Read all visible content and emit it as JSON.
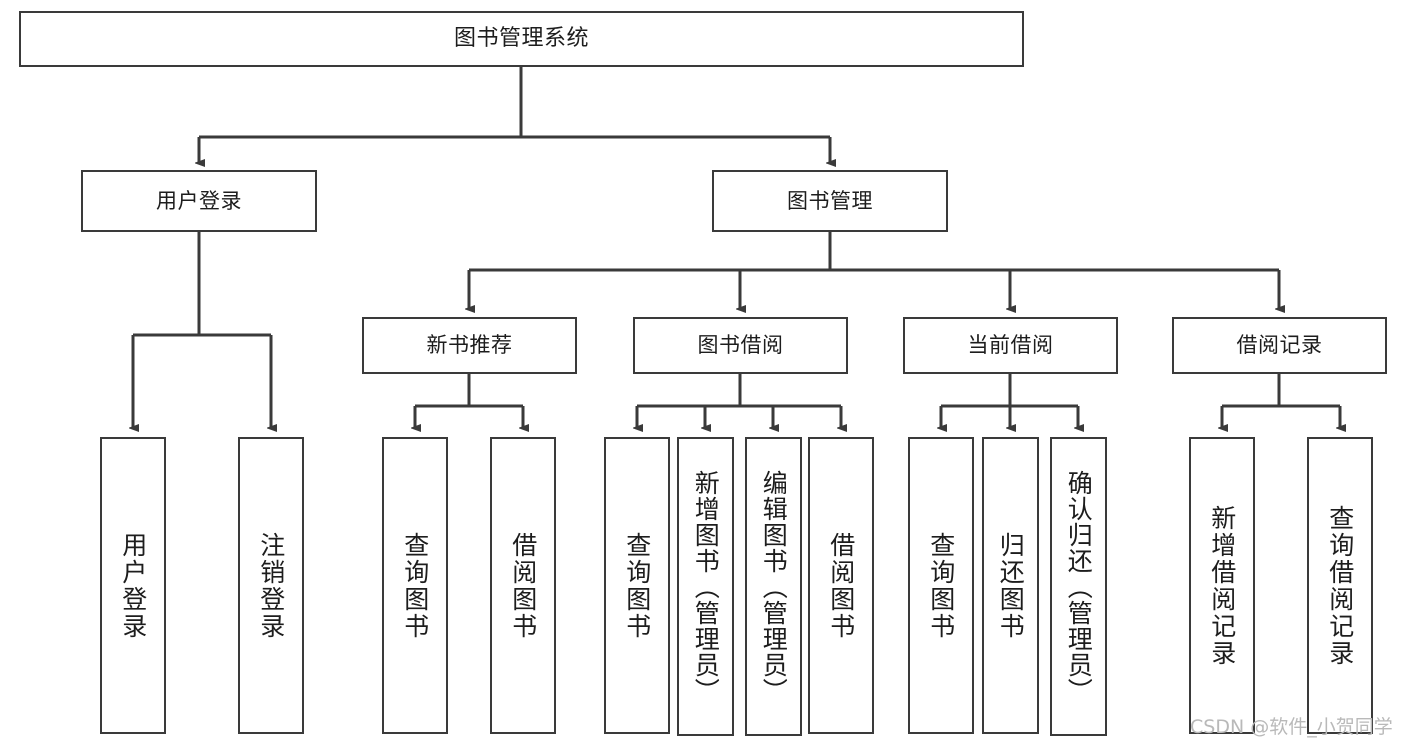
{
  "diagram": {
    "title": "图书管理系统",
    "type": "hierarchy-tree",
    "levels": 4,
    "root": {
      "label": "图书管理系统"
    },
    "level1": [
      {
        "label": "用户登录"
      },
      {
        "label": "图书管理"
      }
    ],
    "level2": [
      {
        "label": "新书推荐"
      },
      {
        "label": "图书借阅"
      },
      {
        "label": "当前借阅"
      },
      {
        "label": "借阅记录"
      }
    ],
    "leaves": {
      "user_login": [
        {
          "label": "用户登录"
        },
        {
          "label": "注销登录"
        }
      ],
      "new_book_recommend": [
        {
          "label": "查询图书"
        },
        {
          "label": "借阅图书"
        }
      ],
      "book_borrow": [
        {
          "label": "查询图书"
        },
        {
          "label": "新增图书（管理员）"
        },
        {
          "label": "编辑图书（管理员）"
        },
        {
          "label": "借阅图书"
        }
      ],
      "current_borrow": [
        {
          "label": "查询图书"
        },
        {
          "label": "归还图书"
        },
        {
          "label": "确认归还（管理员）"
        }
      ],
      "borrow_record": [
        {
          "label": "新增借阅记录"
        },
        {
          "label": "查询借阅记录"
        }
      ]
    }
  },
  "watermark": {
    "text": "CSDN @软件_小贺同学"
  },
  "colors": {
    "box_border": "#3a3a3a",
    "background": "#ffffff",
    "text": "#1d1d1d",
    "connector": "#3a3a3a",
    "watermark": "#b9b9b9"
  }
}
